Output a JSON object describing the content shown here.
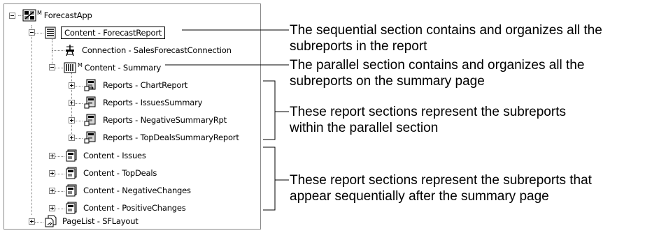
{
  "tree": {
    "root": {
      "label": "ForecastApp",
      "sup": "M"
    },
    "content_report": {
      "label": "Content - ForecastReport"
    },
    "connection": {
      "label": "Connection - SalesForecastConnection"
    },
    "content_summary": {
      "label": "Content - Summary",
      "sup": "M"
    },
    "summary_reports": [
      {
        "label": "Reports - ChartReport"
      },
      {
        "label": "Reports - IssuesSummary"
      },
      {
        "label": "Reports - NegativeSummaryRpt"
      },
      {
        "label": "Reports - TopDealsSummaryReport"
      }
    ],
    "content_sections": [
      {
        "label": "Content - Issues"
      },
      {
        "label": "Content - TopDeals"
      },
      {
        "label": "Content - NegativeChanges"
      },
      {
        "label": "Content - PositiveChanges"
      }
    ],
    "pagelist": {
      "label": "PageList - SFLayout"
    }
  },
  "callouts": {
    "sequential": [
      "The sequential section contains and organizes all the",
      "subreports in the report"
    ],
    "parallel": [
      "The parallel section contains and organizes all the",
      "subreports on the summary page"
    ],
    "within_parallel": [
      "These report sections represent the subreports",
      "within the parallel section"
    ],
    "after_summary": [
      "These report sections represent the subreports that",
      "appear sequentially after the summary page"
    ]
  }
}
